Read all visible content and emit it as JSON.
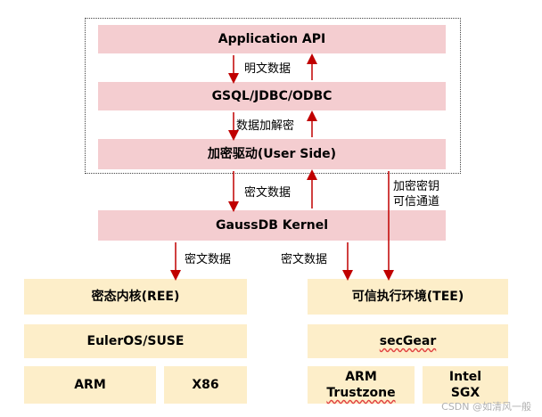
{
  "boxes": {
    "app_api": "Application API",
    "gsql": "GSQL/JDBC/ODBC",
    "driver": "加密驱动(User Side)",
    "kernel": "GaussDB Kernel",
    "ree": "密态内核(REE)",
    "euler": "EulerOS/SUSE",
    "arm": "ARM",
    "x86": "X86",
    "tee": "可信执行环境(TEE)",
    "secgear": "secGear",
    "arm_trustzone_line1": "ARM",
    "arm_trustzone_line2": "Trustzone",
    "intel_line1": "Intel",
    "intel_line2": "SGX"
  },
  "labels": {
    "plaintext": "明文数据",
    "encdec": "数据加解密",
    "cipher1": "密文数据",
    "cipher2": "密文数据",
    "cipher3": "密文数据",
    "key_line1": "加密密钥",
    "key_line2": "可信通道"
  },
  "watermark": "CSDN @如清风一般",
  "colors": {
    "pink_box": "#f4cdd0",
    "yellow_box": "#fdeec9",
    "arrow": "#c00000"
  }
}
